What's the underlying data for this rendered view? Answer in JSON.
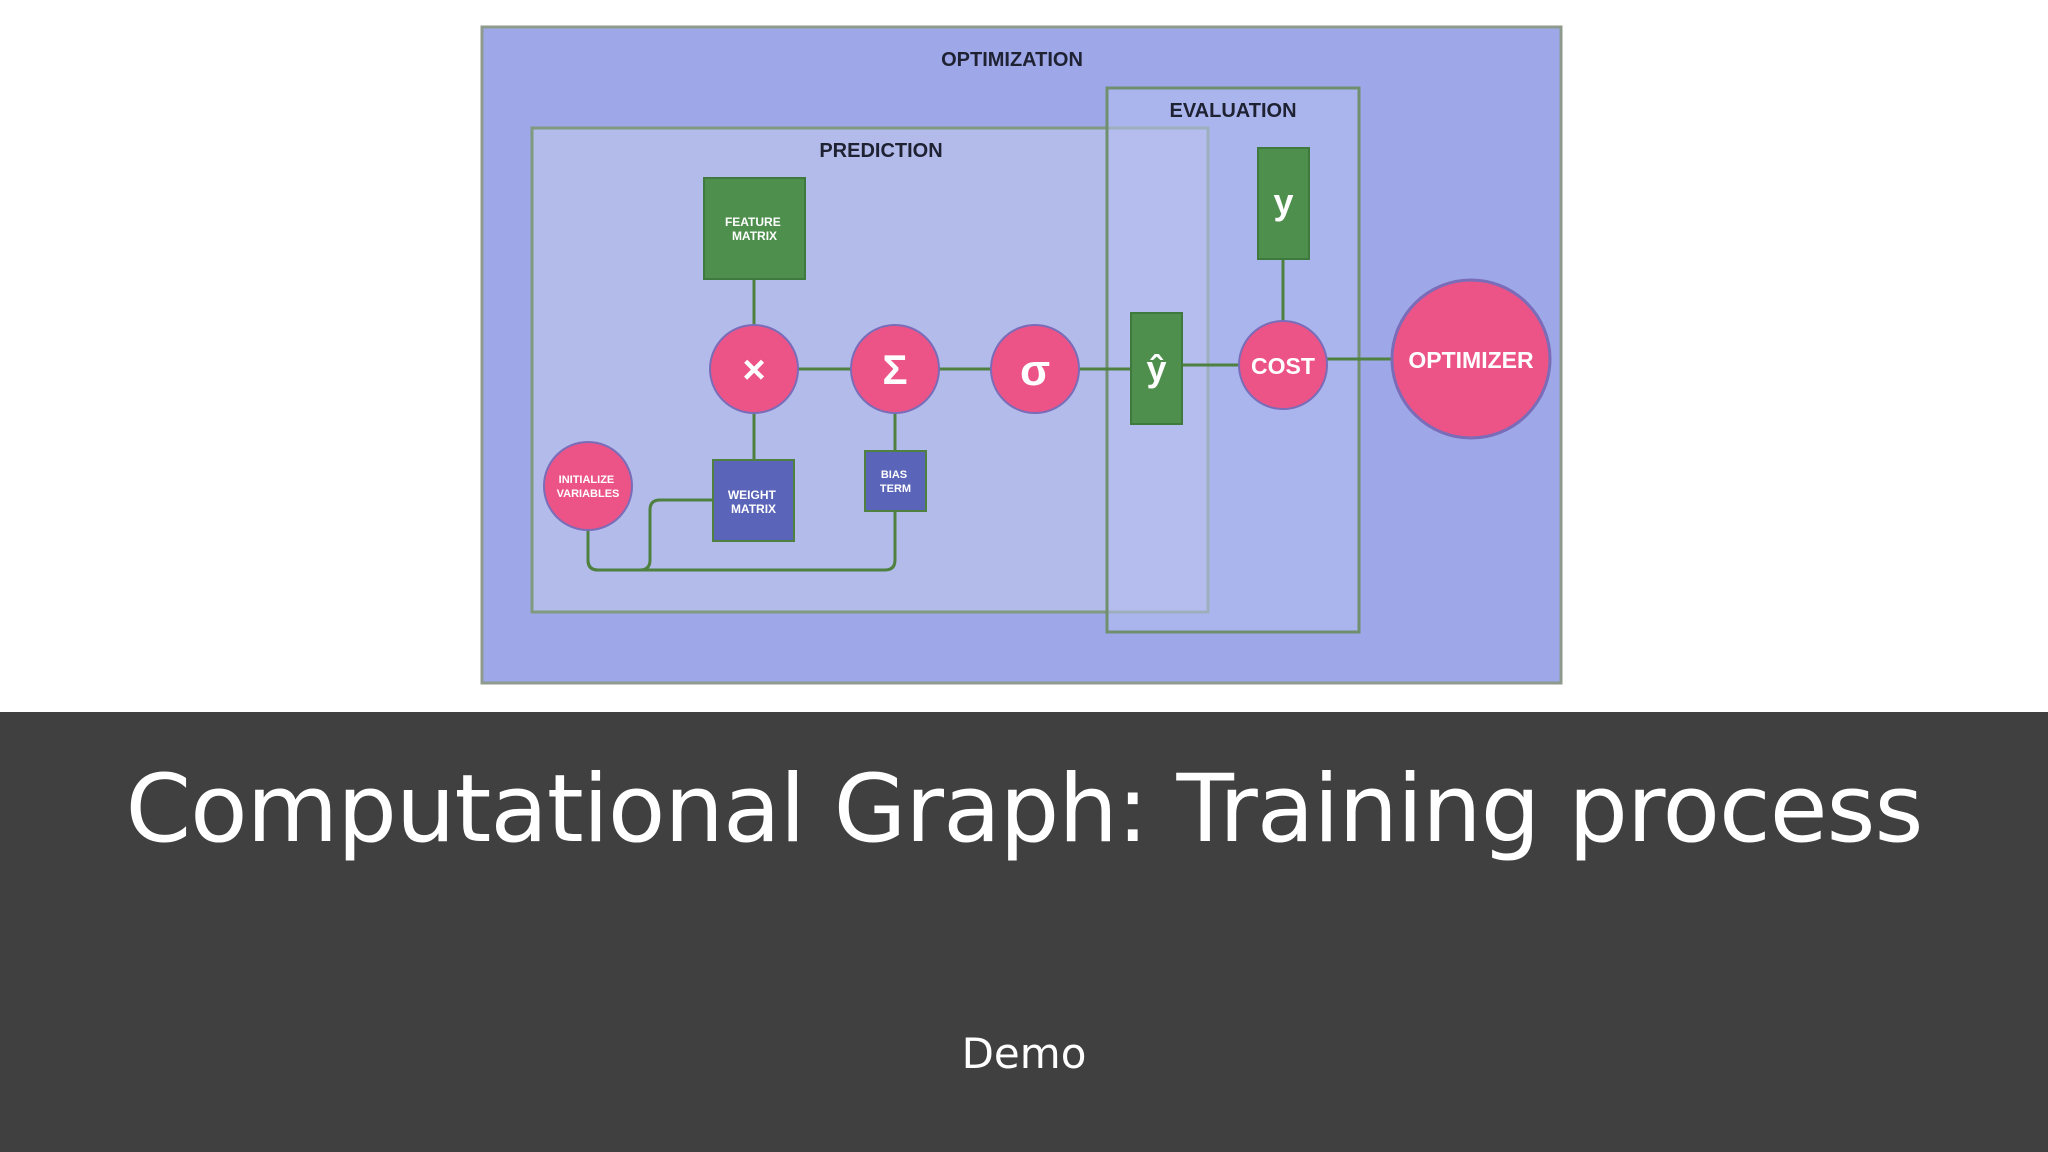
{
  "slide": {
    "title": "Computational Graph: Training process",
    "subtitle": "Demo"
  },
  "diagram": {
    "regions": {
      "optimization": "OPTIMIZATION",
      "prediction": "PREDICTION",
      "evaluation": "EVALUATION"
    },
    "nodes": {
      "feature_matrix": [
        "FEATURE",
        "MATRIX"
      ],
      "multiply": "×",
      "sum": "Σ",
      "sigmoid": "σ",
      "y_hat": "ŷ",
      "y": "y",
      "cost": "COST",
      "optimizer": "OPTIMIZER",
      "init_vars": [
        "INITIALIZE",
        "VARIABLES"
      ],
      "weight_matrix": [
        "WEIGHT",
        "MATRIX"
      ],
      "bias_term": [
        "BIAS",
        "TERM"
      ]
    }
  },
  "colors": {
    "optimization_bg": "#9ea8e8",
    "prediction_bg": "#b3bbea",
    "evaluation_bg": "#a7b0ec",
    "green_node": "#4e8f4e",
    "pink_node": "#ec5487",
    "blue_node": "#5a64b8",
    "edge": "#4e8040",
    "band": "#404040"
  }
}
